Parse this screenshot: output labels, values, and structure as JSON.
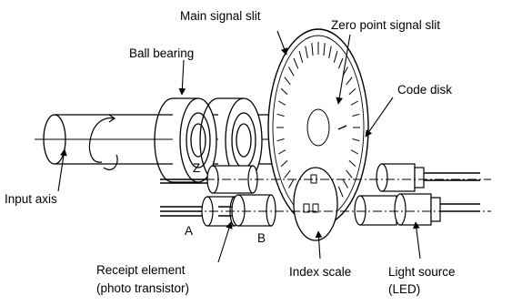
{
  "labels": {
    "main_signal_slit": "Main signal slit",
    "zero_point_signal_slit": "Zero point signal slit",
    "ball_bearing": "Ball bearing",
    "code_disk": "Code disk",
    "input_axis": "Input axis",
    "phase_z": "Z",
    "phase_a": "A",
    "phase_b": "B",
    "receipt_element_line1": "Receipt element",
    "receipt_element_line2": "(photo transistor)",
    "index_scale": "Index scale",
    "light_source_line1": "Light  source",
    "light_source_line2": "(LED)"
  }
}
